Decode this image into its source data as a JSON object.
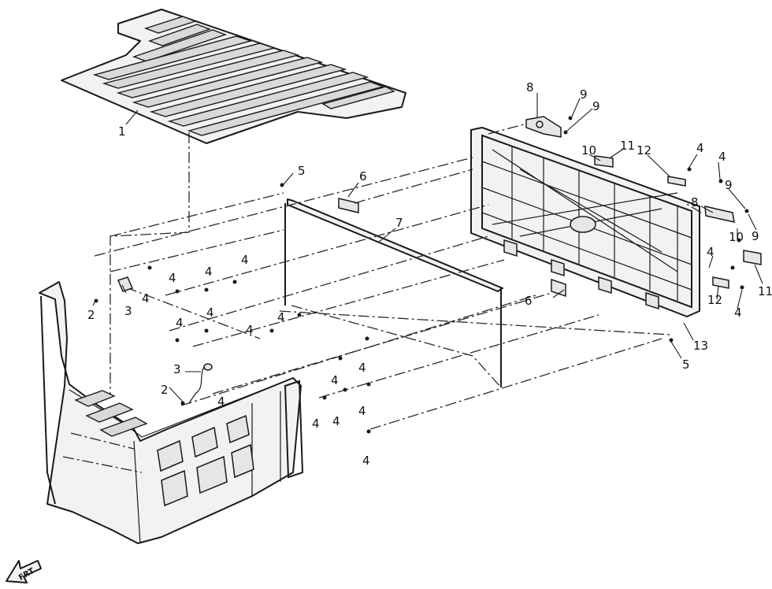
{
  "diagram": {
    "callouts": [
      {
        "label": "1"
      },
      {
        "label": "2"
      },
      {
        "label": "3"
      },
      {
        "label": "2"
      },
      {
        "label": "3"
      },
      {
        "label": "4"
      },
      {
        "label": "4"
      },
      {
        "label": "4"
      },
      {
        "label": "4"
      },
      {
        "label": "4"
      },
      {
        "label": "4"
      },
      {
        "label": "4"
      },
      {
        "label": "4"
      },
      {
        "label": "4"
      },
      {
        "label": "4"
      },
      {
        "label": "4"
      },
      {
        "label": "4"
      },
      {
        "label": "4"
      },
      {
        "label": "4"
      },
      {
        "label": "4"
      },
      {
        "label": "4"
      },
      {
        "label": "4"
      },
      {
        "label": "4"
      },
      {
        "label": "4"
      },
      {
        "label": "5"
      },
      {
        "label": "5"
      },
      {
        "label": "6"
      },
      {
        "label": "6"
      },
      {
        "label": "7"
      },
      {
        "label": "8"
      },
      {
        "label": "8"
      },
      {
        "label": "9"
      },
      {
        "label": "9"
      },
      {
        "label": "9"
      },
      {
        "label": "9"
      },
      {
        "label": "10"
      },
      {
        "label": "10"
      },
      {
        "label": "11"
      },
      {
        "label": "11"
      },
      {
        "label": "12"
      },
      {
        "label": "12"
      },
      {
        "label": "13"
      }
    ],
    "direction_arrow": {
      "label": "FRT"
    }
  }
}
